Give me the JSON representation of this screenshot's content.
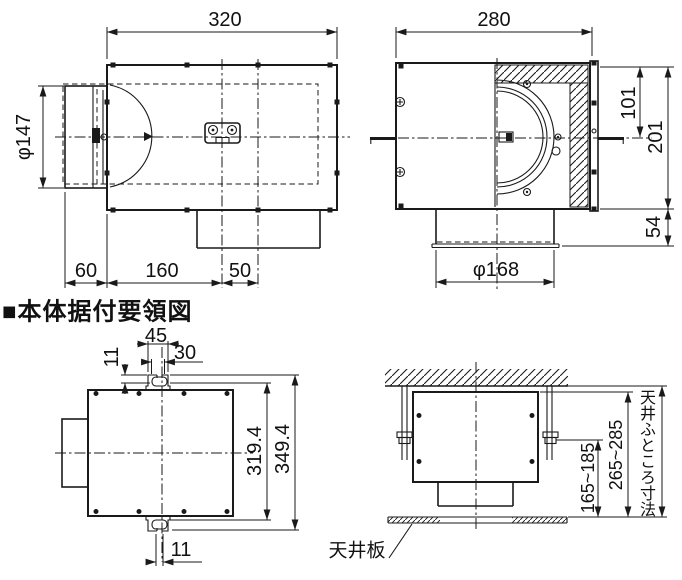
{
  "heading": {
    "text": "■本体据付要領図"
  },
  "plan_view": {
    "dims": {
      "width": "320",
      "inlet_dia": "φ147",
      "seg_left": "60",
      "seg_mid": "160",
      "seg_right": "50"
    }
  },
  "front_view": {
    "dims": {
      "width": "280",
      "upper": "101",
      "height": "201",
      "collar": "54",
      "outlet_dia": "φ168"
    }
  },
  "install_plan": {
    "dims": {
      "slot_outer": "45",
      "slot_pitch": "30",
      "bracket_height": "11",
      "mount_pitch": "319.4",
      "overall": "349.4",
      "slot_width": "11"
    }
  },
  "install_section": {
    "dims": {
      "hanger_range": "165~185",
      "body_range": "265~285",
      "plenum": "天井ふところ寸法"
    },
    "labels": {
      "ceiling_board": "天井板"
    }
  }
}
